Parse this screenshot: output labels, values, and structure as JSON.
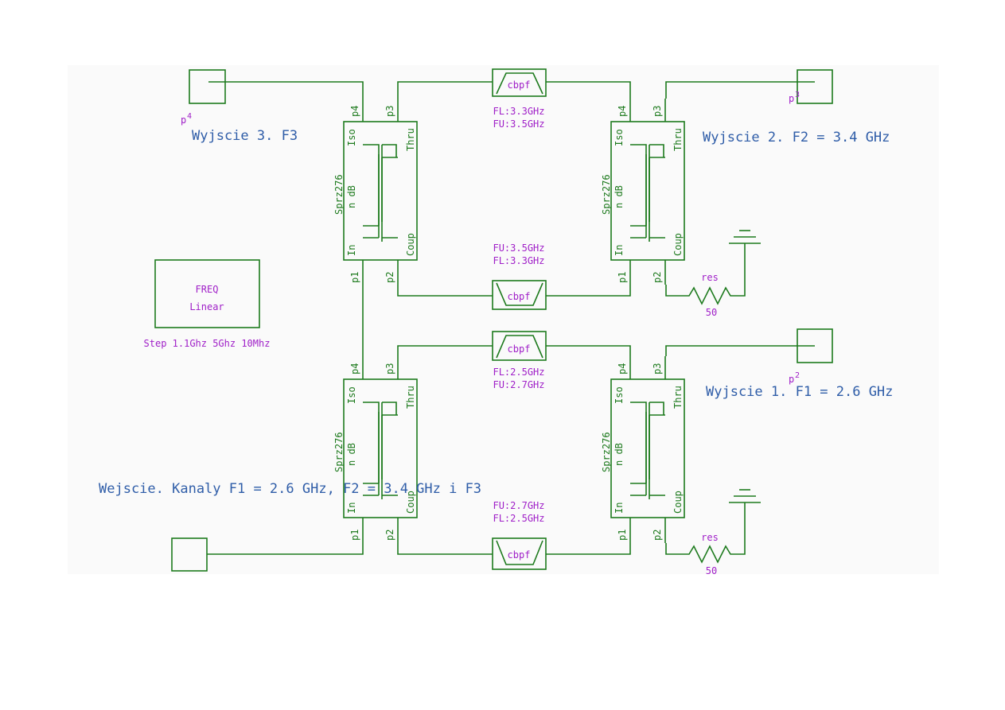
{
  "colors": {
    "wire": "#1d7a1d",
    "param": "#a020c8",
    "note": "#2f5da8",
    "background": "#fafafa"
  },
  "couplers": [
    {
      "name": "Sprz276",
      "db": "n dB",
      "p1": "p1",
      "p2": "p2",
      "p3": "p3",
      "p4": "p4",
      "in": "In",
      "coup": "Coup",
      "iso": "Iso",
      "thru": "Thru"
    },
    {
      "name": "Sprz276",
      "db": "n dB",
      "p1": "p1",
      "p2": "p2",
      "p3": "p3",
      "p4": "p4",
      "in": "In",
      "coup": "Coup",
      "iso": "Iso",
      "thru": "Thru"
    },
    {
      "name": "Sprz276",
      "db": "n dB",
      "p1": "p1",
      "p2": "p2",
      "p3": "p3",
      "p4": "p4",
      "in": "In",
      "coup": "Coup",
      "iso": "Iso",
      "thru": "Thru"
    },
    {
      "name": "Sprz276",
      "db": "n dB",
      "p1": "p1",
      "p2": "p2",
      "p3": "p3",
      "p4": "p4",
      "in": "In",
      "coup": "Coup",
      "iso": "Iso",
      "thru": "Thru"
    }
  ],
  "filters": [
    {
      "label": "cbpf",
      "line1": "FL:3.3GHz",
      "line2": "FU:3.5GHz"
    },
    {
      "label": "cbpf",
      "line1": "FU:3.5GHz",
      "line2": "FL:3.3GHz"
    },
    {
      "label": "cbpf",
      "line1": "FL:2.5GHz",
      "line2": "FU:2.7GHz"
    },
    {
      "label": "cbpf",
      "line1": "FU:2.7GHz",
      "line2": "FL:2.5GHz"
    }
  ],
  "resistors": [
    {
      "label": "res",
      "value": "50"
    },
    {
      "label": "res",
      "value": "50"
    }
  ],
  "ports": [
    {
      "label": "p",
      "num": "4"
    },
    {
      "label": "p",
      "num": "3"
    },
    {
      "label": "p",
      "num": "2"
    }
  ],
  "freq": {
    "title": "FREQ",
    "mode": "Linear",
    "step": "Step 1.1Ghz 5Ghz 10Mhz"
  },
  "notes": {
    "out3": "Wyjscie 3. F3",
    "out2": "Wyjscie 2. F2 = 3.4 GHz",
    "out1": "Wyjscie 1. F1 = 2.6 GHz",
    "input": "Wejscie. Kanaly F1 = 2.6 GHz, F2 = 3.4 GHz i F3"
  }
}
